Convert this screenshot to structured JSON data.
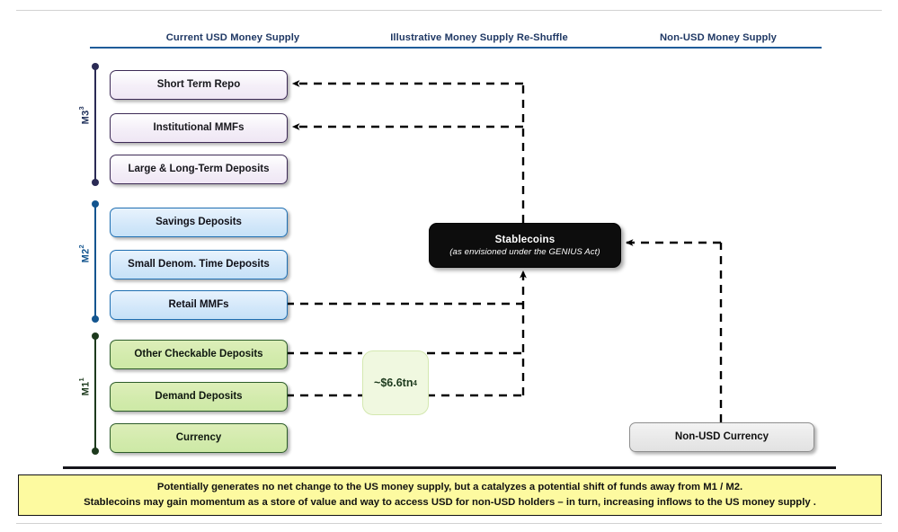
{
  "headers": {
    "current": "Current USD Money Supply",
    "reshuffle": "Illustrative Money Supply Re-Shuffle",
    "nonusd": "Non-USD Money Supply"
  },
  "aggregates": [
    {
      "label": "M3",
      "superscript": "3"
    },
    {
      "label": "M2",
      "superscript": "2"
    },
    {
      "label": "M1",
      "superscript": "1"
    }
  ],
  "m3_boxes": [
    {
      "label": "Short Term Repo"
    },
    {
      "label": "Institutional MMFs"
    },
    {
      "label": "Large & Long-Term Deposits"
    }
  ],
  "m2_boxes": [
    {
      "label": "Savings Deposits"
    },
    {
      "label": "Small Denom. Time Deposits"
    },
    {
      "label": "Retail MMFs"
    }
  ],
  "m1_boxes": [
    {
      "label": "Other Checkable Deposits"
    },
    {
      "label": "Demand Deposits"
    },
    {
      "label": "Currency"
    }
  ],
  "stablecoins": {
    "title": "Stablecoins",
    "subtitle": "(as envisioned under the GENIUS Act)"
  },
  "amount": {
    "value": "~$6.6tn",
    "superscript": "4"
  },
  "nonusd_box": {
    "label": "Non-USD Currency"
  },
  "banner": {
    "line1": "Potentially generates no net change to the US money supply, but a catalyzes a potential shift of funds away from M1 / M2.",
    "line2": "Stablecoins may gain momentum as a store of value and way to access USD for non-USD holders – in turn, increasing inflows to the US money supply ."
  },
  "colors": {
    "header_text": "#1f3864",
    "header_rule": "#1f5c99",
    "m3_border": "#3d2b56",
    "m2_border": "#1f6fb2",
    "m1_border": "#2d5c2a",
    "stablecoin_bg": "#0d0d0d",
    "banner_bg": "#fdfaa0",
    "amount_bg": "#f0f8e0"
  }
}
